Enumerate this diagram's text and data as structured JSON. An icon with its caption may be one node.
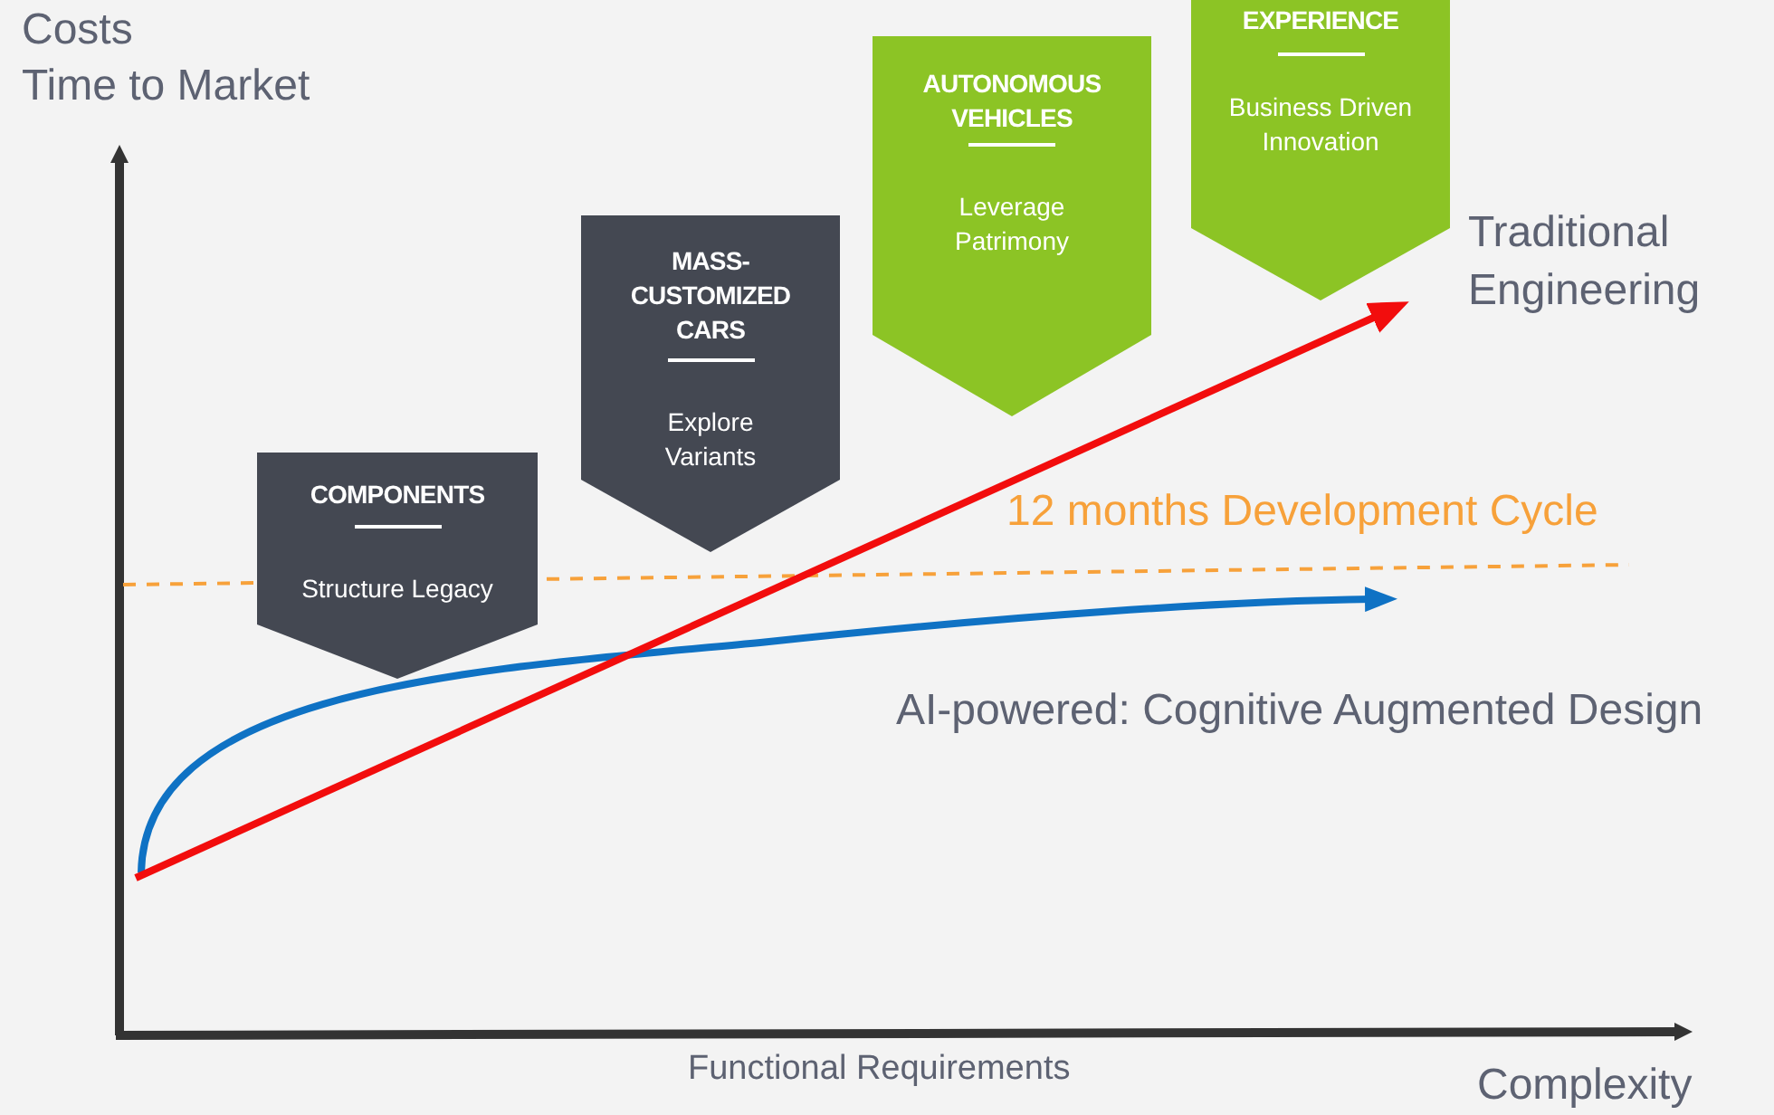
{
  "diagram": {
    "nodes": [
      {
        "text": [
          "COMPONENTS",
          "Structure Legacy"
        ]
      },
      {
        "text": [
          "MASS-CUSTOMIZED CARS",
          "Explore Variants"
        ]
      },
      {
        "text": [
          "AUTONOMOUS VEHICLES",
          "Leverage Patrimony"
        ]
      },
      {
        "text": [
          "EXPERIENCE",
          "Business Driven Innovation"
        ]
      }
    ],
    "labels": [
      "Costs",
      "Time to Market",
      "Traditional Engineering",
      "12 months Development Cycle",
      "AI-powered: Cognitive Augmented Design",
      "Functional Requirements",
      "Complexity"
    ]
  }
}
